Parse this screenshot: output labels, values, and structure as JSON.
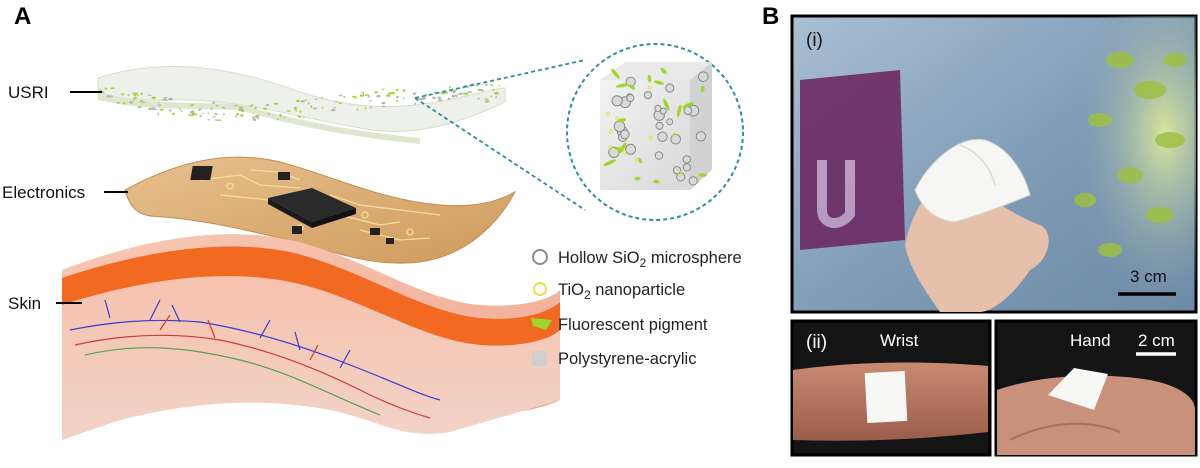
{
  "panels": {
    "a": {
      "letter": "A"
    },
    "b": {
      "letter": "B"
    }
  },
  "layers": {
    "usri": "USRI",
    "electronics": "Electronics",
    "skin": "Skin"
  },
  "legend": {
    "sio2_prefix": "Hollow SiO",
    "sio2_sub": "2",
    "sio2_suffix": " microsphere",
    "tio2_prefix": "TiO",
    "tio2_sub": "2",
    "tio2_suffix": " nanoparticle",
    "pigment": "Fluorescent pigment",
    "polymer": "Polystyrene-acrylic"
  },
  "photos": {
    "top": {
      "index": "(i)",
      "scale_label": "3 cm"
    },
    "wrist": {
      "index": "(ii)",
      "label": "Wrist"
    },
    "hand": {
      "label": "Hand",
      "scale_label": "2 cm"
    }
  },
  "colors": {
    "sio2_ring": "#8a8a8a",
    "tio2_ring": "#e8e04a",
    "pigment": "#9fd62b",
    "polymer": "#cfcfcf",
    "zoom_circle": "#2a8fa0",
    "skin_red": "#f26a21",
    "skin_pink": "#f6b6a0",
    "pcb": "#d9a86a"
  }
}
